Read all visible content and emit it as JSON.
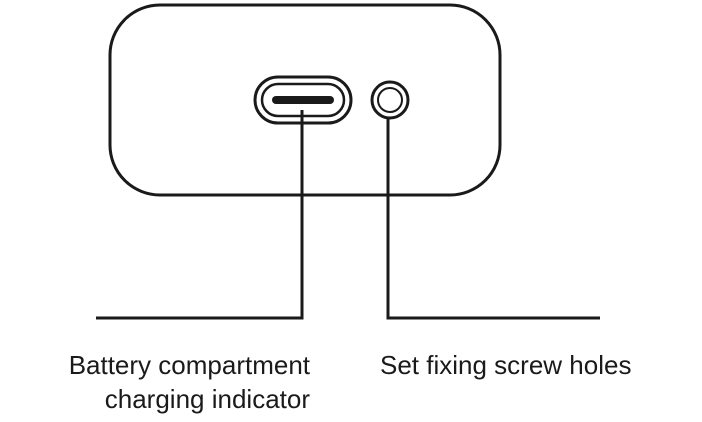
{
  "labels": {
    "battery_indicator": {
      "line1": "Battery compartment",
      "line2": "charging indicator"
    },
    "screw_holes": "Set fixing screw holes"
  },
  "colors": {
    "stroke": "#1a1a1a",
    "background": "#ffffff"
  }
}
